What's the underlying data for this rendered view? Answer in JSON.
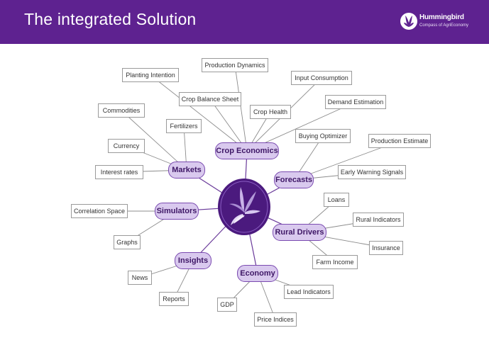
{
  "header": {
    "title": "The integrated Solution",
    "logo_name": "Hummingbird",
    "logo_tagline": "Compass of AgriEconomy"
  },
  "colors": {
    "header": "#5e2290",
    "hub_fill": "#d9c9ee",
    "hub_border": "#7a4ab0",
    "hub_text": "#3e1766",
    "center_fill": "#4b1a7e",
    "link_hub": "#6a3a9a",
    "link_leaf": "#8c8c8c"
  },
  "center": {
    "icon": "hummingbird-flower-icon"
  },
  "hubs": [
    {
      "id": "crop-economics",
      "label": "Crop Economics"
    },
    {
      "id": "markets",
      "label": "Markets"
    },
    {
      "id": "forecasts",
      "label": "Forecasts"
    },
    {
      "id": "simulators",
      "label": "Simulators"
    },
    {
      "id": "rural-drivers",
      "label": "Rural Drivers"
    },
    {
      "id": "insights",
      "label": "Insights"
    },
    {
      "id": "economy",
      "label": "Economy"
    }
  ],
  "leaves": [
    {
      "id": "planting-intention",
      "label": "Planting Intention",
      "hub": "crop-economics"
    },
    {
      "id": "production-dynamics",
      "label": "Production Dynamics",
      "hub": "crop-economics"
    },
    {
      "id": "crop-balance-sheet",
      "label": "Crop Balance Sheet",
      "hub": "crop-economics"
    },
    {
      "id": "input-consumption",
      "label": "Input Consumption",
      "hub": "crop-economics"
    },
    {
      "id": "crop-health",
      "label": "Crop Health",
      "hub": "crop-economics"
    },
    {
      "id": "demand-estimation",
      "label": "Demand Estimation",
      "hub": "crop-economics"
    },
    {
      "id": "commodities",
      "label": "Commodities",
      "hub": "markets"
    },
    {
      "id": "fertilizers",
      "label": "Fertilizers",
      "hub": "markets"
    },
    {
      "id": "currency",
      "label": "Currency",
      "hub": "markets"
    },
    {
      "id": "interest-rates",
      "label": "Interest rates",
      "hub": "markets"
    },
    {
      "id": "buying-optimizer",
      "label": "Buying Optimizer",
      "hub": "forecasts"
    },
    {
      "id": "production-estimate",
      "label": "Production Estimate",
      "hub": "forecasts"
    },
    {
      "id": "early-warning-signals",
      "label": "Early Warning Signals",
      "hub": "forecasts"
    },
    {
      "id": "correlation-space",
      "label": "Correlation Space",
      "hub": "simulators"
    },
    {
      "id": "graphs",
      "label": "Graphs",
      "hub": "simulators"
    },
    {
      "id": "loans",
      "label": "Loans",
      "hub": "rural-drivers"
    },
    {
      "id": "rural-indicators",
      "label": "Rural Indicators",
      "hub": "rural-drivers"
    },
    {
      "id": "insurance",
      "label": "Insurance",
      "hub": "rural-drivers"
    },
    {
      "id": "farm-income",
      "label": "Farm Income",
      "hub": "rural-drivers"
    },
    {
      "id": "news",
      "label": "News",
      "hub": "insights"
    },
    {
      "id": "reports",
      "label": "Reports",
      "hub": "insights"
    },
    {
      "id": "lead-indicators",
      "label": "Lead Indicators",
      "hub": "economy"
    },
    {
      "id": "gdp",
      "label": "GDP",
      "hub": "economy"
    },
    {
      "id": "price-indices",
      "label": "Price Indices",
      "hub": "economy"
    }
  ]
}
